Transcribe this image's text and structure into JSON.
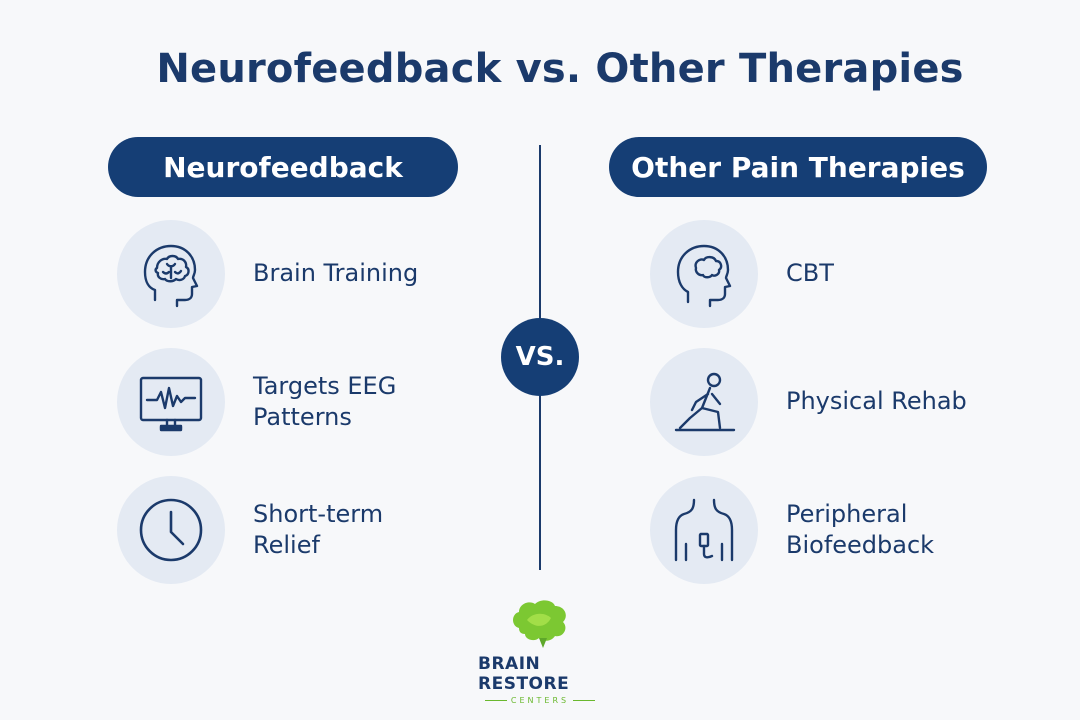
{
  "title": "Neurofeedback vs. Other Therapies",
  "left_column": {
    "header": "Neurofeedback",
    "items": [
      {
        "icon": "brain-head-icon",
        "label_lines": [
          "Brain Training"
        ]
      },
      {
        "icon": "eeg-monitor-icon",
        "label_lines": [
          "Targets EEG",
          "Patterns"
        ]
      },
      {
        "icon": "clock-icon",
        "label_lines": [
          "Short-term",
          "Relief"
        ]
      }
    ]
  },
  "vs_label": "VS.",
  "right_column": {
    "header": "Other Pain Therapies",
    "items": [
      {
        "icon": "thought-head-icon",
        "label_lines": [
          "CBT"
        ]
      },
      {
        "icon": "stretching-person-icon",
        "label_lines": [
          "Physical Rehab"
        ]
      },
      {
        "icon": "body-sensor-icon",
        "label_lines": [
          "Peripheral",
          "Biofeedback"
        ]
      }
    ]
  },
  "logo": {
    "name": "BRAIN RESTORE",
    "tagline": "CENTERS",
    "icon": "green-brain-logo-icon"
  },
  "colors": {
    "navy": "#153e75",
    "text": "#1b3a6b",
    "icon_bg": "#e4eaf3",
    "brand_green": "#6ab82e"
  }
}
